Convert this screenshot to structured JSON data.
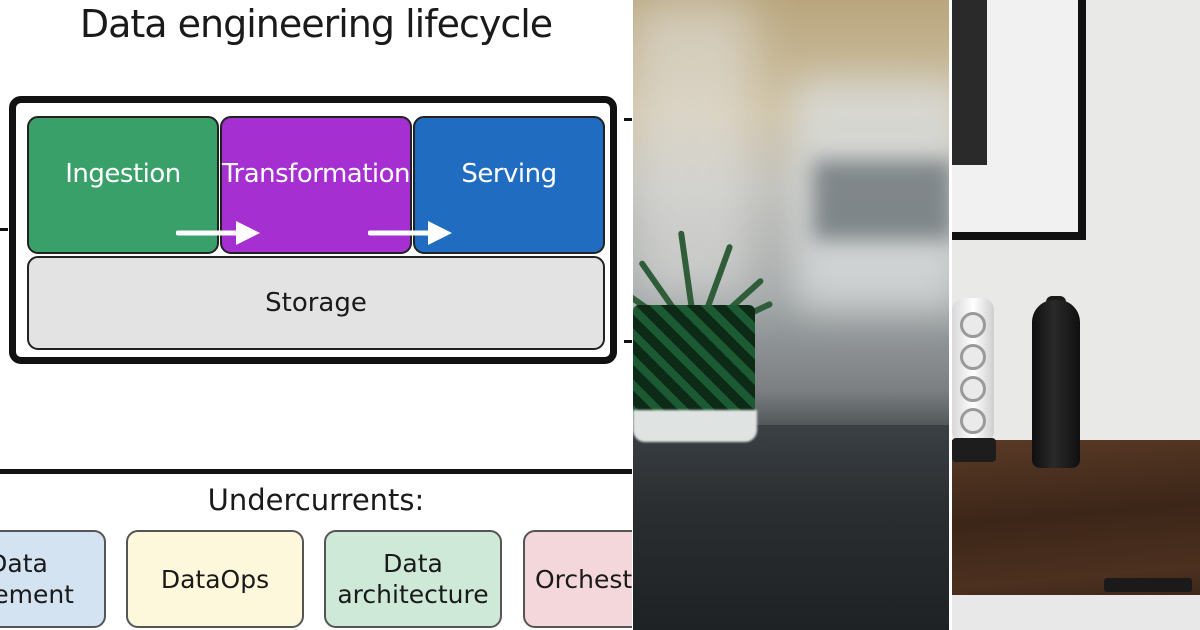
{
  "diagram": {
    "title": "Data engineering lifecycle",
    "stages": [
      "Ingestion",
      "Transformation",
      "Serving"
    ],
    "storage": "Storage",
    "undercurrents_title": "Undercurrents:",
    "undercurrents": [
      "Data\nagement",
      "DataOps",
      "Data\narchitecture",
      "Orchestr"
    ],
    "colors": {
      "ingestion": "#3aa06a",
      "transformation": "#a52fd1",
      "serving": "#1f6cc0",
      "storage": "#e3e3e3"
    }
  },
  "photos": {
    "middle_icon": "plant-photo",
    "right_icon": "desk-photo"
  }
}
